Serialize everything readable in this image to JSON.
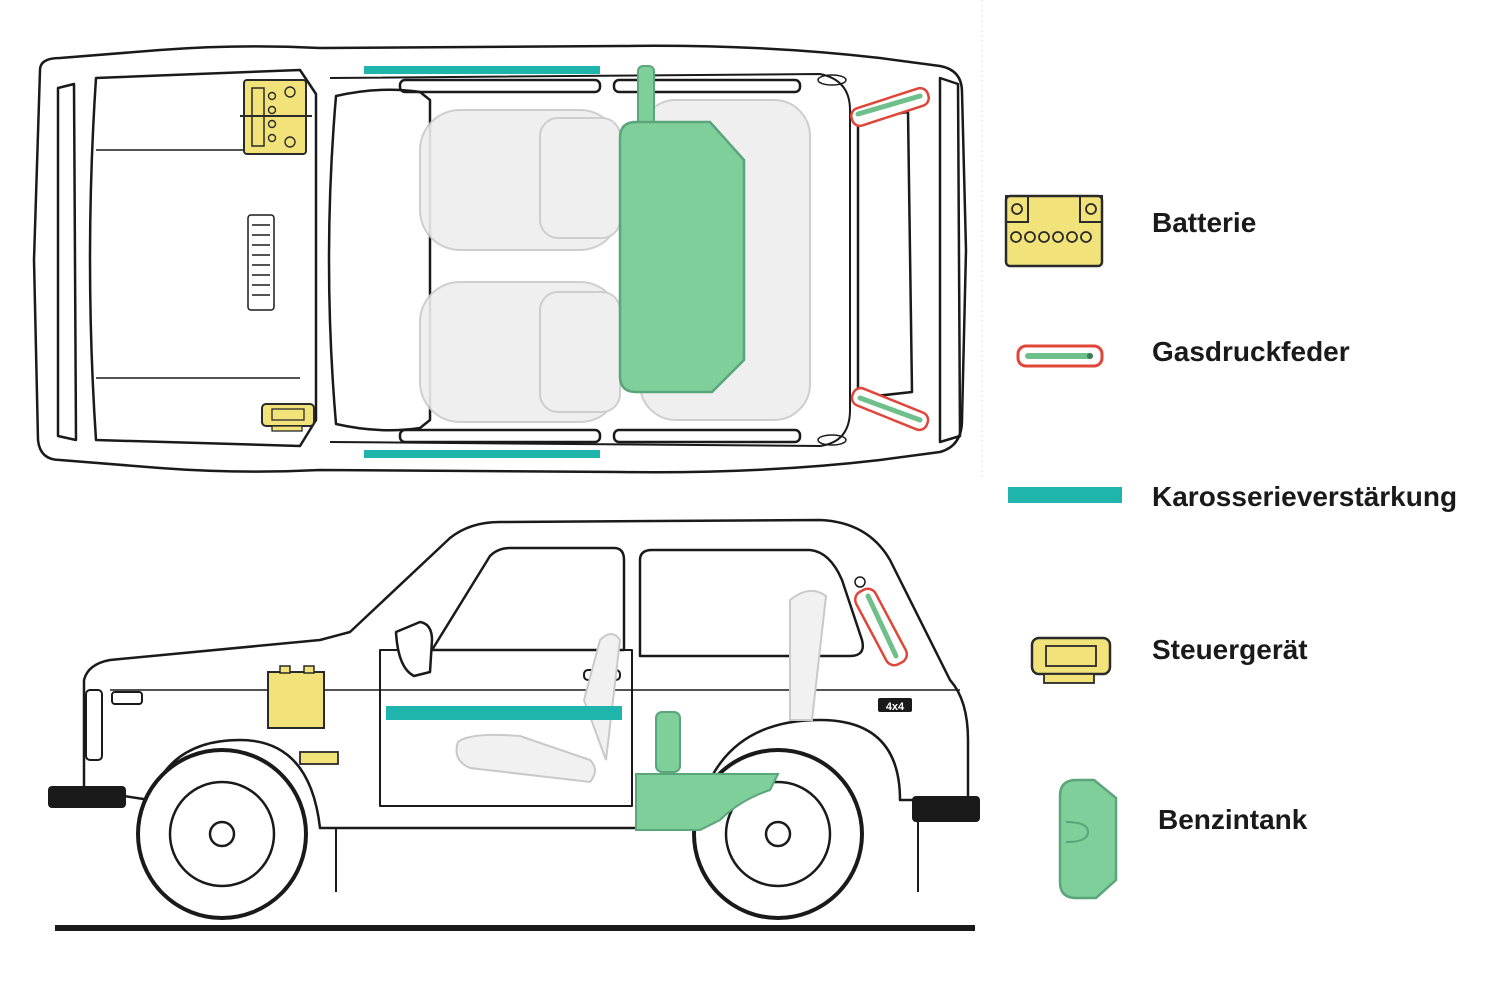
{
  "colors": {
    "battery": "#f2e27a",
    "battery_stroke": "#2a2a2a",
    "gas_spring": "#6fbf8a",
    "gas_spring_outline": "#e0453a",
    "body_reinforcement": "#1fb5ad",
    "control_unit": "#f2e27a",
    "fuel_tank": "#7fcf9a",
    "fuel_tank_stroke": "#5aa57a",
    "car_outline": "#1a1a1a",
    "interior_ghost": "#c9c9c9"
  },
  "legend": [
    {
      "key": "battery",
      "label": "Batterie",
      "icon": "battery-icon"
    },
    {
      "key": "gas_spring",
      "label": "Gasdruckfeder",
      "icon": "gas-spring-icon"
    },
    {
      "key": "body_reinforcement",
      "label": "Karosserieverstärkung",
      "icon": "reinforcement-bar-icon"
    },
    {
      "key": "control_unit",
      "label": "Steuergerät",
      "icon": "control-unit-icon"
    },
    {
      "key": "fuel_tank",
      "label": "Benzintank",
      "icon": "fuel-tank-icon"
    }
  ],
  "side_view": {
    "badge": "4x4"
  }
}
